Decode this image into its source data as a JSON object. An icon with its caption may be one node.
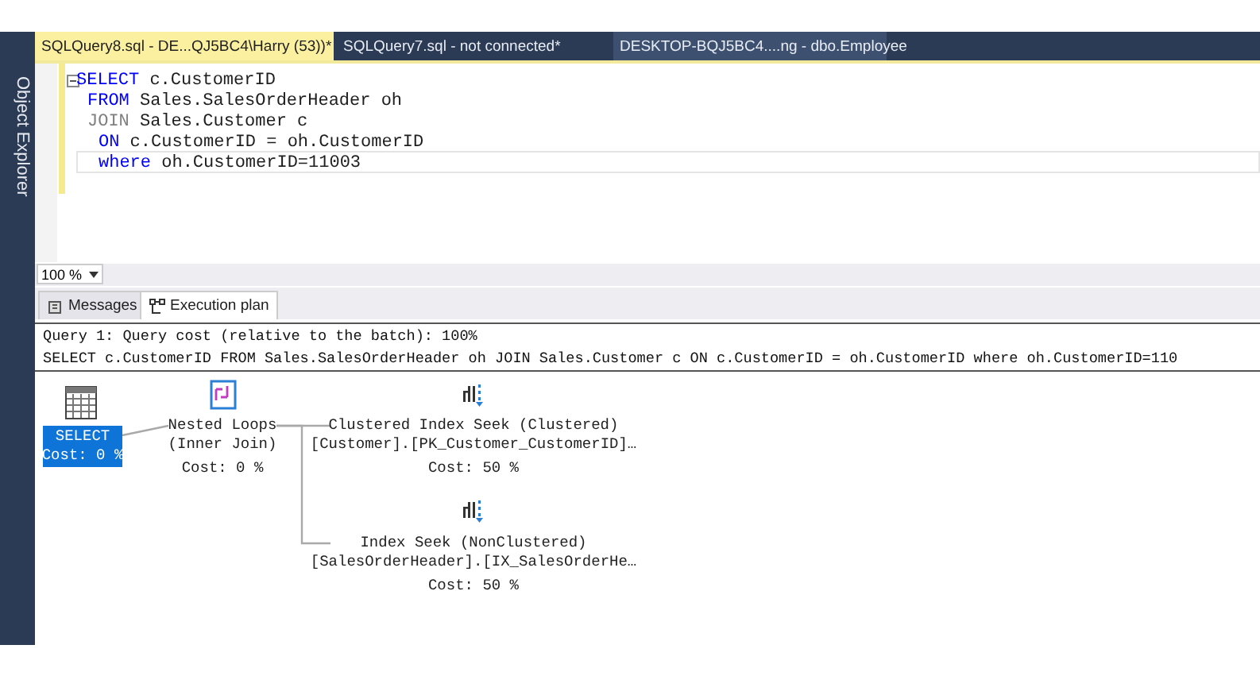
{
  "diagram": {
    "nodes": [
      {
        "text": [
          "SELECT",
          "Cost: 0 %"
        ]
      },
      {
        "text": [
          "Nested Loops",
          "(Inner Join)",
          "Cost: 0 %"
        ]
      },
      {
        "text": [
          "Clustered Index Seek (Clustered)",
          "[Customer].[PK_Customer_CustomerID]…",
          "Cost: 50 %"
        ]
      },
      {
        "text": [
          "Index Seek (NonClustered)",
          "[SalesOrderHeader].[IX_SalesOrderHe…",
          "Cost: 50 %"
        ]
      }
    ],
    "edges": [
      {
        "from": 1,
        "to": 0,
        "arrow": "none"
      },
      {
        "from": 2,
        "to": 1,
        "arrow": "none"
      },
      {
        "from": 3,
        "to": 1,
        "arrow": "none"
      }
    ],
    "labels": [
      "Object Explorer",
      "SQLQuery8.sql - DE...QJ5BC4\\Harry (53))*",
      "SQLQuery7.sql - not connected*",
      "DESKTOP-BQJ5BC4....ng - dbo.Employee",
      "SELECT c.CustomerID",
      "FROM Sales.SalesOrderHeader oh",
      "JOIN Sales.Customer c",
      "ON c.CustomerID = oh.CustomerID",
      "where oh.CustomerID=11003",
      "100 %",
      "Messages",
      "Execution plan",
      "Query 1: Query cost (relative to the batch): 100%",
      "SELECT c.CustomerID FROM Sales.SalesOrderHeader oh JOIN Sales.Customer c ON c.CustomerID = oh.CustomerID where oh.CustomerID=110"
    ]
  }
}
